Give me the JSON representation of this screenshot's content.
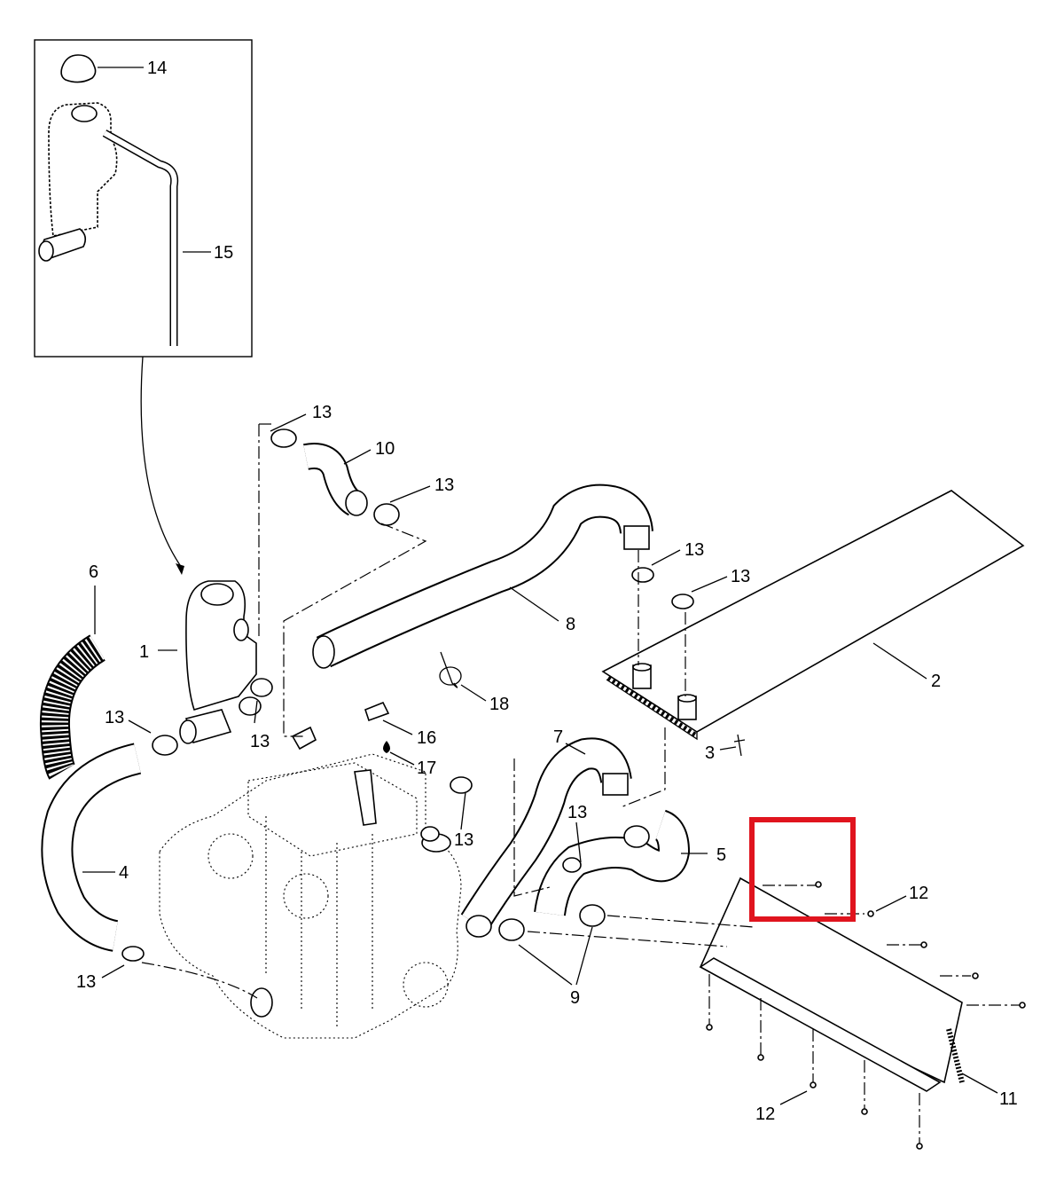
{
  "callouts": {
    "c1": "1",
    "c2": "2",
    "c3": "3",
    "c4": "4",
    "c5": "5",
    "c6": "6",
    "c7": "7",
    "c8": "8",
    "c9": "9",
    "c10": "10",
    "c11": "11",
    "c12a": "12",
    "c12b": "12",
    "c13a": "13",
    "c13b": "13",
    "c13c": "13",
    "c13d": "13",
    "c13e": "13",
    "c13f": "13",
    "c13g": "13",
    "c13h": "13",
    "c13i": "13",
    "c14": "14",
    "c15": "15",
    "c16": "16",
    "c17": "17",
    "c18": "18"
  },
  "colors": {
    "line": "#000000",
    "highlight": "#e0141e",
    "background": "#ffffff"
  }
}
